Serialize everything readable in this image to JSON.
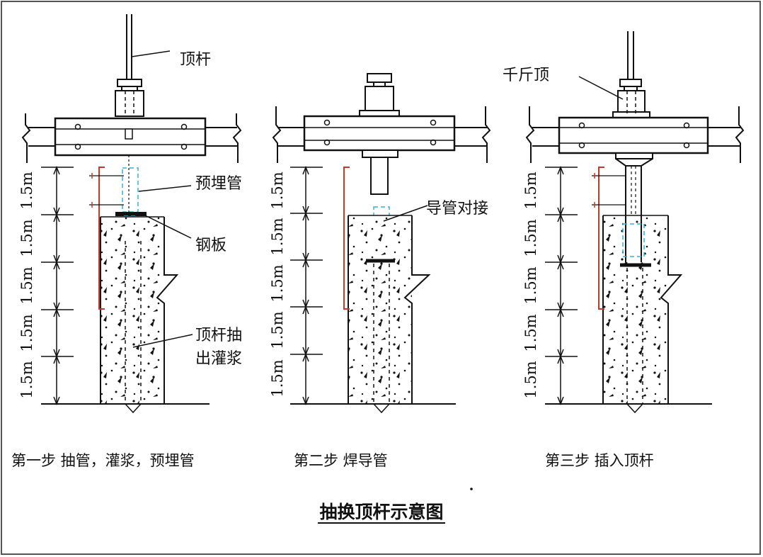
{
  "title": "抽换顶杆示意图",
  "labels": {
    "top_rod": "顶杆",
    "embedded_pipe": "预埋管",
    "steel_plate": "钢板",
    "pull_grout_line1": "顶杆抽",
    "pull_grout_line2": "出灌浆",
    "conduit_joint": "导管对接",
    "jack": "千斤顶"
  },
  "steps": {
    "step1": "第一步   抽管，灌浆，预埋管",
    "step2": "第二步   焊导管",
    "step3": "第三步       插入顶杆"
  },
  "dimension_label": "1.5m",
  "colors": {
    "line": "#111111",
    "red_marker": "#c0392b",
    "cyan_pipe": "#3ab0d0",
    "frame": "#555555"
  }
}
